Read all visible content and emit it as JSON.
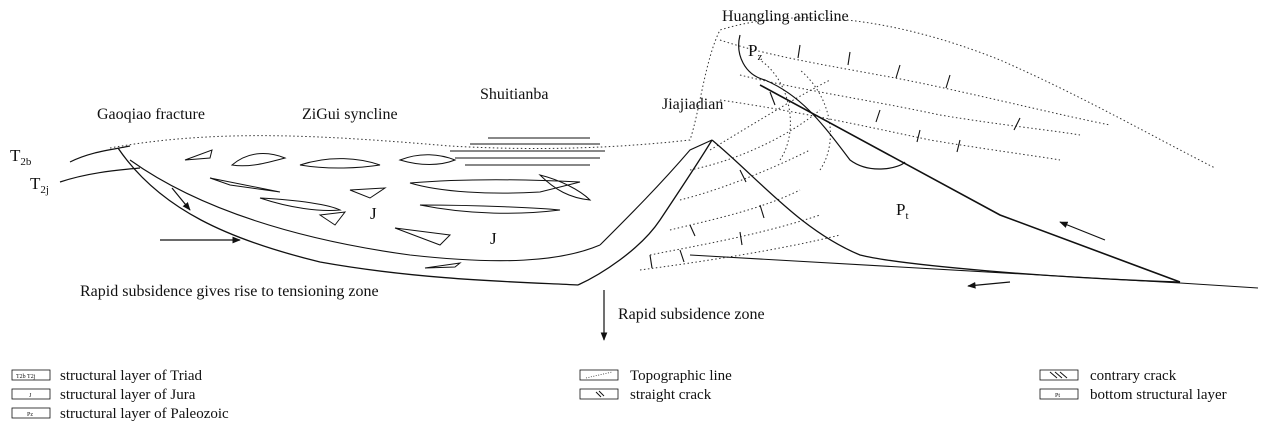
{
  "diagram": {
    "labels": {
      "huangling_anticline": "Huangling anticline",
      "gaoqiao_fracture": "Gaoqiao fracture",
      "zigui_syncline": "ZiGui syncline",
      "shuitianba": "Shuitianba",
      "jiajiadian": "Jiajiadian",
      "tensioning_zone": "Rapid subsidence gives rise to tensioning zone",
      "subsidence_zone": "Rapid subsidence zone"
    },
    "symbols": {
      "t2b": {
        "main": "T",
        "sub": "2b"
      },
      "t2j": {
        "main": "T",
        "sub": "2j"
      },
      "pz": {
        "main": "P",
        "sub": "z"
      },
      "pt": {
        "main": "P",
        "sub": "t"
      },
      "j1": "J",
      "j2": "J"
    }
  },
  "legend": [
    {
      "code": "T2b T2j",
      "label": "structural layer of Triad"
    },
    {
      "code": "J",
      "label": "structural layer of Jura"
    },
    {
      "code": "Pz",
      "label": "structural layer of Paleozoic"
    },
    {
      "code": "",
      "label": "Topographic line"
    },
    {
      "code": "",
      "label": "straight crack"
    },
    {
      "code": "",
      "label": "contrary crack"
    },
    {
      "code": "Pt",
      "label": "bottom structural layer"
    }
  ]
}
